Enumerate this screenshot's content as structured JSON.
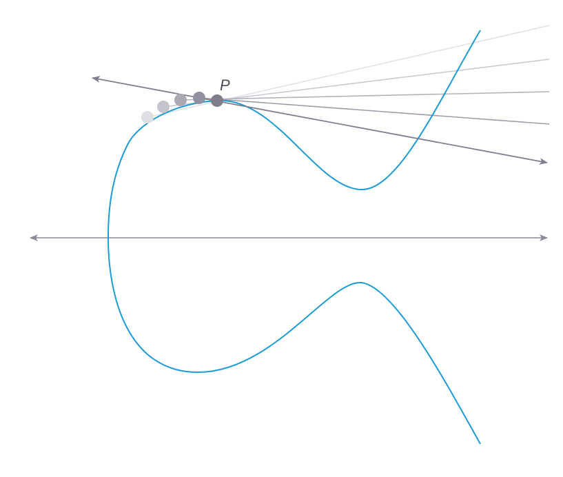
{
  "point_label": "P",
  "colors": {
    "background": "#ffffff",
    "curve": "#1a9ad6",
    "axis": "#8a8a98",
    "tangent": "#7e7e8e",
    "label": "#4a4a55"
  },
  "secant_lines": [
    {
      "name": "secant-line-1",
      "color": "#e2e2e6"
    },
    {
      "name": "secant-line-2",
      "color": "#cacad0"
    },
    {
      "name": "secant-line-3",
      "color": "#b2b2bc"
    },
    {
      "name": "secant-line-4",
      "color": "#9b9ba8"
    }
  ],
  "approach_points": [
    {
      "name": "approach-point-1",
      "color": "#dedee3"
    },
    {
      "name": "approach-point-2",
      "color": "#c4c4cc"
    },
    {
      "name": "approach-point-3",
      "color": "#a9a9b4"
    },
    {
      "name": "approach-point-4",
      "color": "#90909e"
    }
  ],
  "point_p": {
    "color": "#7d7d8c"
  }
}
